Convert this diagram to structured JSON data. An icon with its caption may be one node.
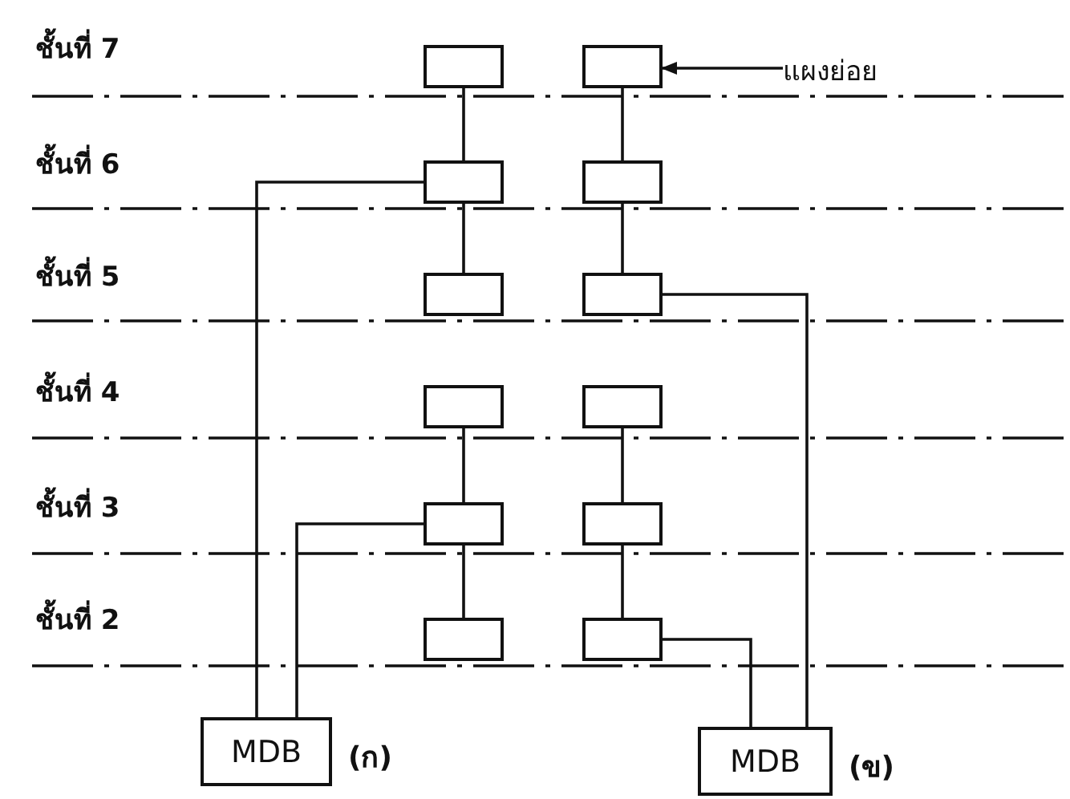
{
  "diagram": {
    "nodes": [
      {
        "text": [],
        "shape": "box"
      },
      {
        "text": [],
        "shape": "box"
      },
      {
        "text": [],
        "shape": "box"
      },
      {
        "text": [],
        "shape": "box"
      },
      {
        "text": [],
        "shape": "box"
      },
      {
        "text": [],
        "shape": "box"
      },
      {
        "text": [],
        "shape": "box"
      },
      {
        "text": [],
        "shape": "box"
      },
      {
        "text": [],
        "shape": "box"
      },
      {
        "text": [],
        "shape": "box"
      },
      {
        "text": [],
        "shape": "box"
      },
      {
        "text": [],
        "shape": "box"
      },
      {
        "text": [
          "แผงย่อย"
        ]
      },
      {
        "text": [
          "MDB"
        ],
        "beside": [
          "(ก)"
        ]
      },
      {
        "text": [
          "MDB"
        ],
        "beside": [
          "(ข)"
        ]
      }
    ],
    "edges": [
      {
        "from": 0,
        "to": 2,
        "arrow": "none"
      },
      {
        "from": 2,
        "to": 4,
        "arrow": "none"
      },
      {
        "from": 1,
        "to": 3,
        "arrow": "none"
      },
      {
        "from": 3,
        "to": 5,
        "arrow": "none"
      },
      {
        "from": 6,
        "to": 8,
        "arrow": "none"
      },
      {
        "from": 8,
        "to": 10,
        "arrow": "none"
      },
      {
        "from": 7,
        "to": 9,
        "arrow": "none"
      },
      {
        "from": 9,
        "to": 11,
        "arrow": "none"
      },
      {
        "from": 13,
        "to": 2,
        "arrow": "none"
      },
      {
        "from": 13,
        "to": 8,
        "arrow": "none"
      },
      {
        "from": 14,
        "to": 5,
        "arrow": "none"
      },
      {
        "from": 14,
        "to": 11,
        "arrow": "none"
      },
      {
        "from": 12,
        "to": 1,
        "arrow": "to"
      }
    ],
    "labels": [
      "ชั้นที่ 7",
      "ชั้นที่ 6",
      "ชั้นที่ 5",
      "ชั้นที่ 4",
      "ชั้นที่ 3",
      "ชั้นที่ 2"
    ]
  }
}
